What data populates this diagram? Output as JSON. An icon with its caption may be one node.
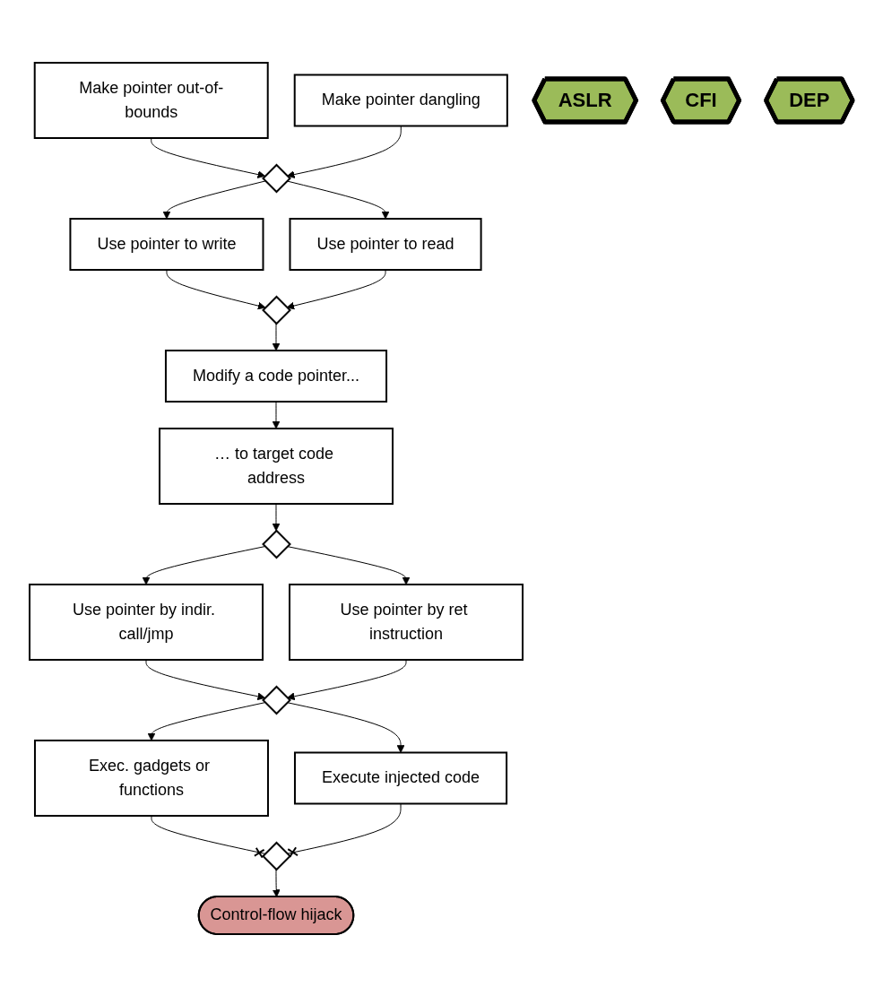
{
  "diagram": {
    "nodes": [
      {
        "text": [
          "Make pointer out-of-bounds"
        ]
      },
      {
        "text": [
          "Make pointer dangling"
        ]
      },
      {
        "text": [],
        "shape": "diamond"
      },
      {
        "text": [
          "Use pointer to write"
        ]
      },
      {
        "text": [
          "Use pointer to read"
        ]
      },
      {
        "text": [],
        "shape": "diamond"
      },
      {
        "text": [
          "Modify a code pointer..."
        ]
      },
      {
        "text": [
          "… to target code address"
        ]
      },
      {
        "text": [],
        "shape": "diamond"
      },
      {
        "text": [
          "Use pointer by indir. call/jmp"
        ]
      },
      {
        "text": [
          "Use pointer by ret instruction"
        ]
      },
      {
        "text": [],
        "shape": "diamond"
      },
      {
        "text": [
          "Exec. gadgets or functions"
        ]
      },
      {
        "text": [
          "Execute injected code"
        ]
      },
      {
        "text": [],
        "shape": "diamond"
      },
      {
        "text": [
          "Control-flow hijack"
        ]
      },
      {
        "text": [
          "ASLR"
        ]
      },
      {
        "text": [
          "CFI"
        ]
      },
      {
        "text": [
          "DEP"
        ]
      }
    ],
    "edges": [
      {
        "from": 0,
        "to": 2,
        "arrow": "to"
      },
      {
        "from": 1,
        "to": 2,
        "arrow": "to"
      },
      {
        "from": 2,
        "to": 3,
        "arrow": "to"
      },
      {
        "from": 2,
        "to": 4,
        "arrow": "to"
      },
      {
        "from": 3,
        "to": 5,
        "arrow": "to"
      },
      {
        "from": 4,
        "to": 5,
        "arrow": "to"
      },
      {
        "from": 5,
        "to": 6,
        "arrow": "to"
      },
      {
        "from": 6,
        "to": 7,
        "arrow": "to"
      },
      {
        "from": 7,
        "to": 8,
        "arrow": "to"
      },
      {
        "from": 8,
        "to": 9,
        "arrow": "to"
      },
      {
        "from": 8,
        "to": 10,
        "arrow": "to"
      },
      {
        "from": 9,
        "to": 11,
        "arrow": "to"
      },
      {
        "from": 10,
        "to": 11,
        "arrow": "to"
      },
      {
        "from": 11,
        "to": 12,
        "arrow": "to"
      },
      {
        "from": 11,
        "to": 13,
        "arrow": "to"
      },
      {
        "from": 12,
        "to": 14,
        "arrow": "other"
      },
      {
        "from": 13,
        "to": 14,
        "arrow": "other"
      },
      {
        "from": 14,
        "to": 15,
        "arrow": "to"
      }
    ]
  }
}
